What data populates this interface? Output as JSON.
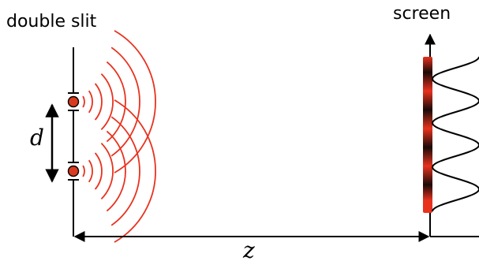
{
  "labels": {
    "slit": "double slit",
    "screen": "screen",
    "separation": "d",
    "distance": "z"
  },
  "colors": {
    "wave": "#e8321e",
    "ink": "#000000",
    "slit_dot": "#d83a1e",
    "fringe_bright": "#e8321e",
    "fringe_dark": "#1a0a08"
  }
}
